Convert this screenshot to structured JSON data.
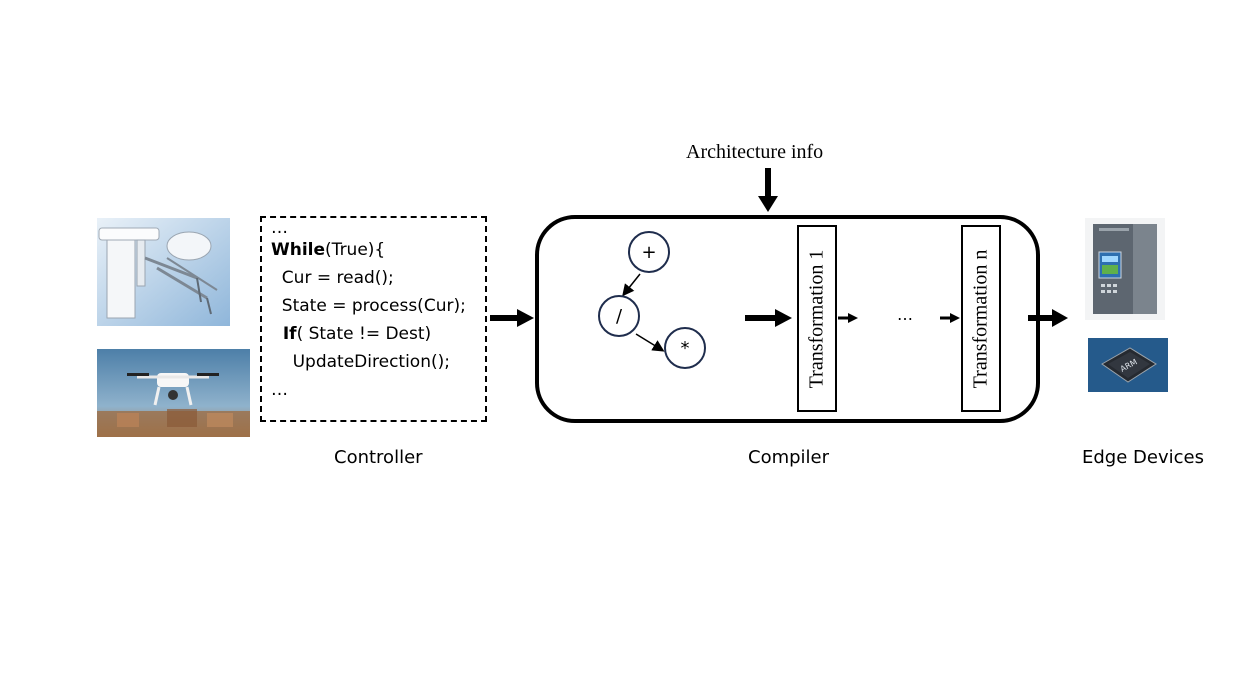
{
  "code": {
    "lines": [
      {
        "bold": "",
        "rest": "…"
      },
      {
        "bold": "While",
        "rest": "(True){"
      },
      {
        "bold": "",
        "rest": "  Cur = read();"
      },
      {
        "bold": "",
        "rest": "  State = process(Cur);"
      },
      {
        "bold": "  If",
        "rest": "( State != Dest)"
      },
      {
        "bold": "",
        "rest": "    UpdateDirection();"
      },
      {
        "bold": "",
        "rest": "…"
      }
    ]
  },
  "captions": {
    "controller": "Controller",
    "compiler": "Compiler",
    "edge_devices": "Edge Devices",
    "architecture_info": "Architecture info"
  },
  "graph": {
    "plus": "+",
    "divide": "/",
    "multiply": "*"
  },
  "transformations": {
    "first": "Transformation 1",
    "last": "Transformation n",
    "ellipsis": "…"
  },
  "chip_label": "ARM",
  "colors": {
    "node_border": "#1f2d4d"
  }
}
